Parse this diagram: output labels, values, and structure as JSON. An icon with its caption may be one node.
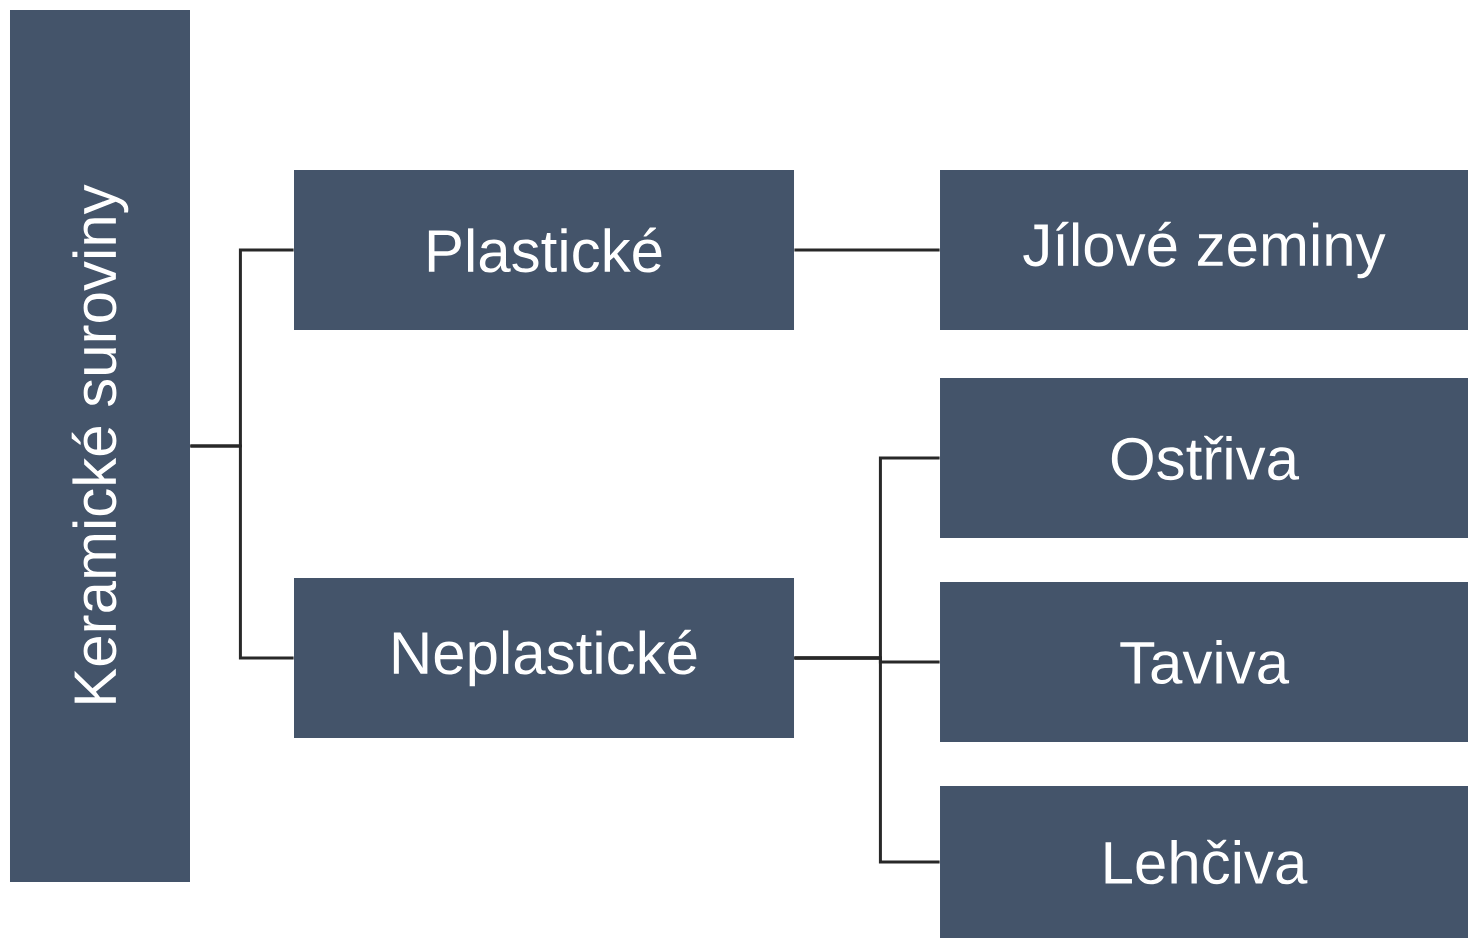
{
  "diagram": {
    "nodes": [
      {
        "text": [
          "Keramické suroviny"
        ]
      },
      {
        "text": [
          "Plastické"
        ]
      },
      {
        "text": [
          "Neplastické"
        ]
      },
      {
        "text": [
          "Jílové zeminy"
        ]
      },
      {
        "text": [
          "Ostřiva"
        ]
      },
      {
        "text": [
          "Taviva"
        ]
      },
      {
        "text": [
          "Lehčiva"
        ]
      }
    ],
    "edges": [
      {
        "from": 0,
        "to": 1,
        "arrow": "none"
      },
      {
        "from": 0,
        "to": 2,
        "arrow": "none"
      },
      {
        "from": 1,
        "to": 3,
        "arrow": "none"
      },
      {
        "from": 2,
        "to": 4,
        "arrow": "none"
      },
      {
        "from": 2,
        "to": 5,
        "arrow": "none"
      },
      {
        "from": 2,
        "to": 6,
        "arrow": "none"
      }
    ]
  }
}
